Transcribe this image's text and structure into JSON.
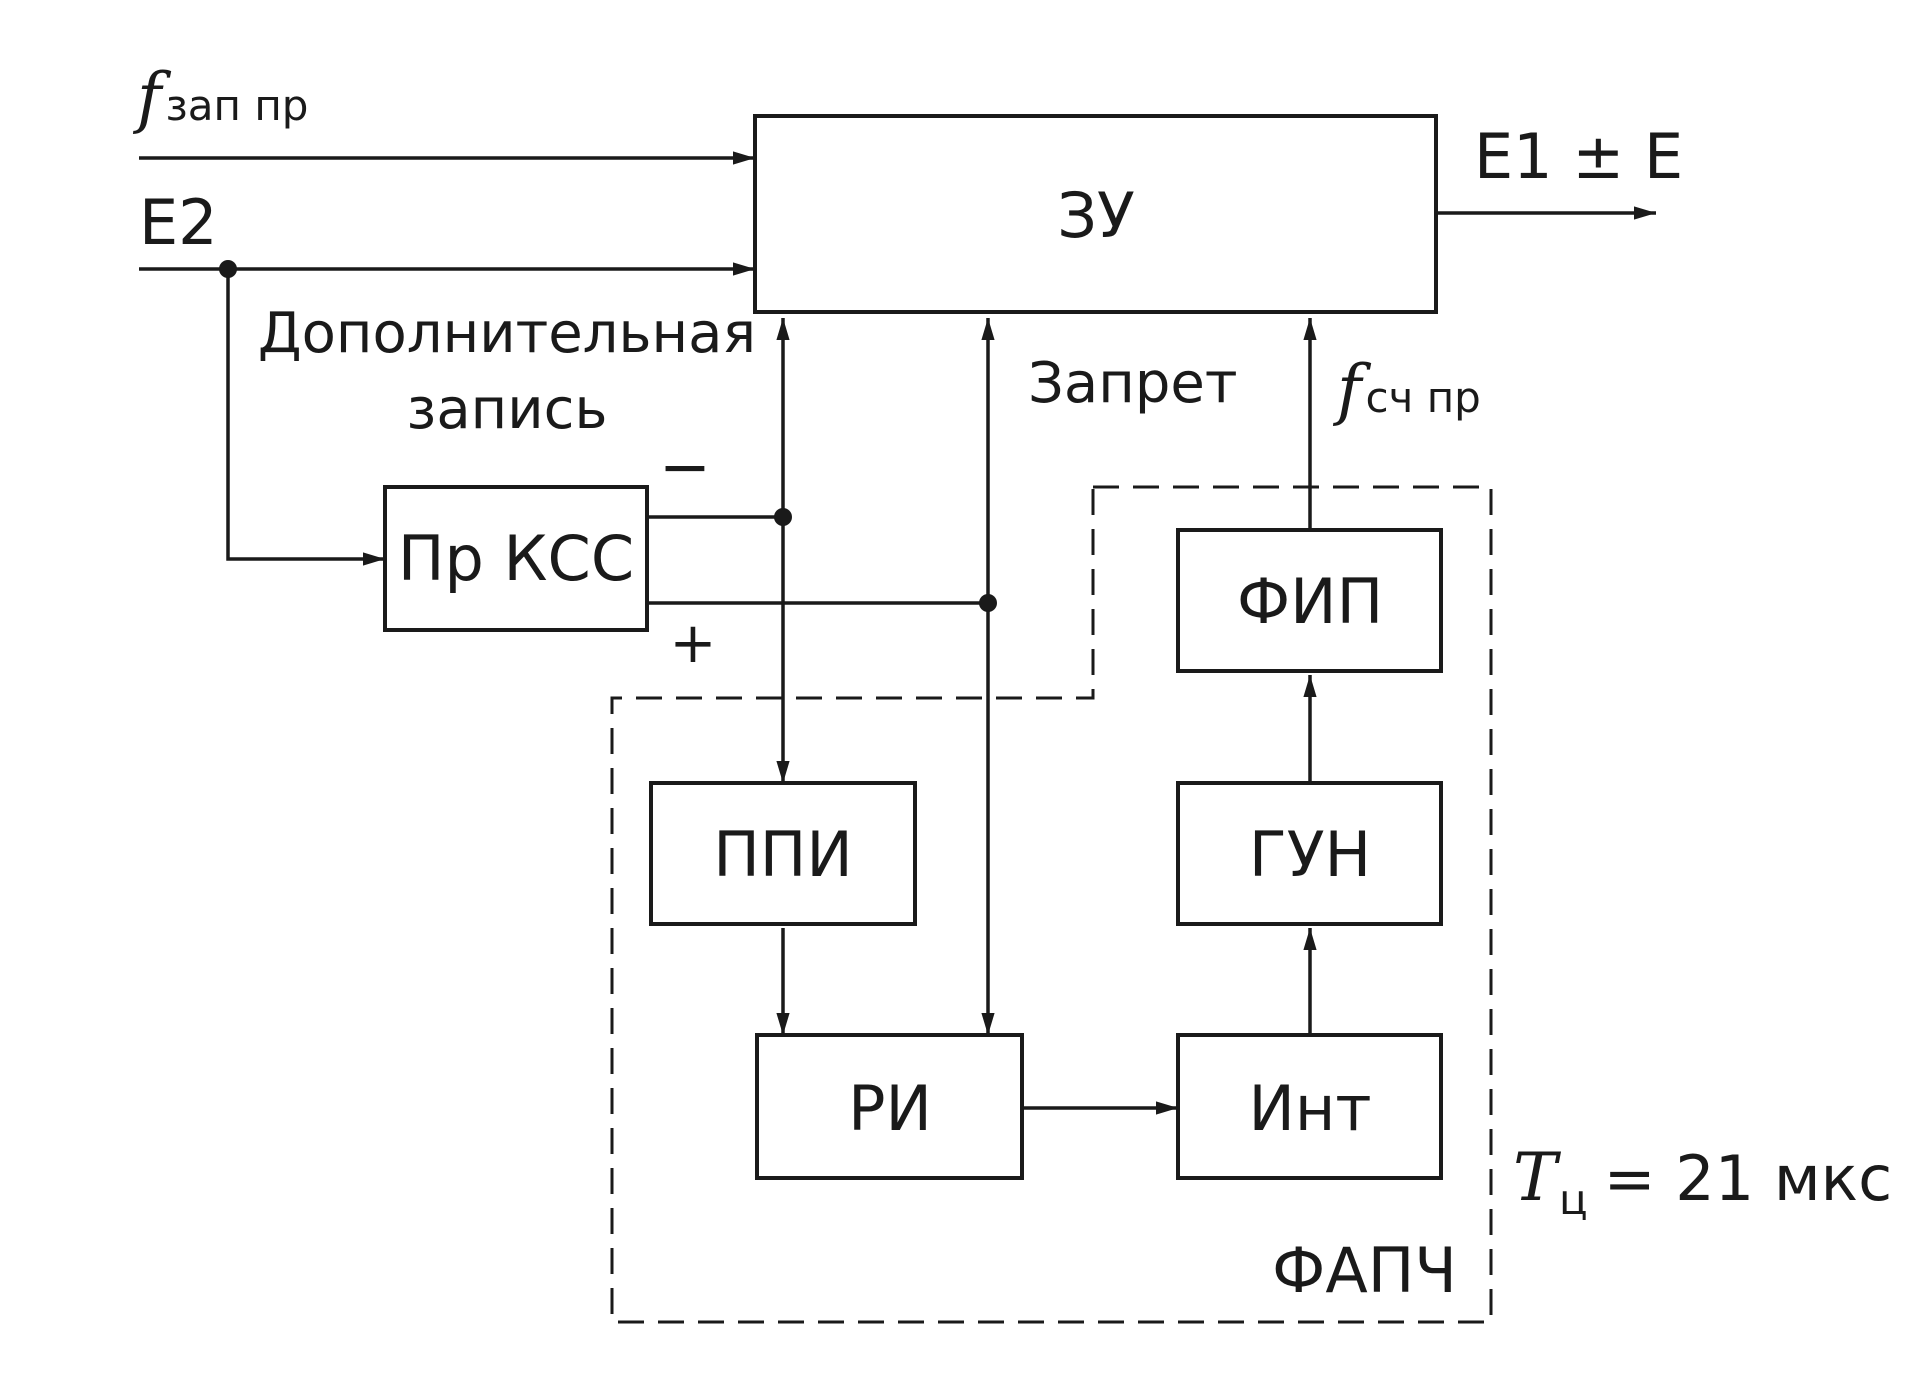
{
  "blocks": {
    "zu": "ЗУ",
    "pr_kss": "Пр КСС",
    "ppi": "ППИ",
    "ri": "РИ",
    "fip": "ФИП",
    "gun": "ГУН",
    "int": "Инт"
  },
  "signals": {
    "f_zap_symbol": "f",
    "f_zap_sub": "зап пр",
    "e2": "E2",
    "output": "E1 ± E",
    "extra_line1": "Дополнительная",
    "extra_line2": "запись",
    "zapret": "Запрет",
    "f_sch_symbol": "f",
    "f_sch_sub": "сч пр",
    "minus": "−",
    "plus": "+"
  },
  "group": {
    "name": "ФАПЧ",
    "period_symbol": "T",
    "period_sub": "ц",
    "period_value": "= 21 мкс"
  }
}
